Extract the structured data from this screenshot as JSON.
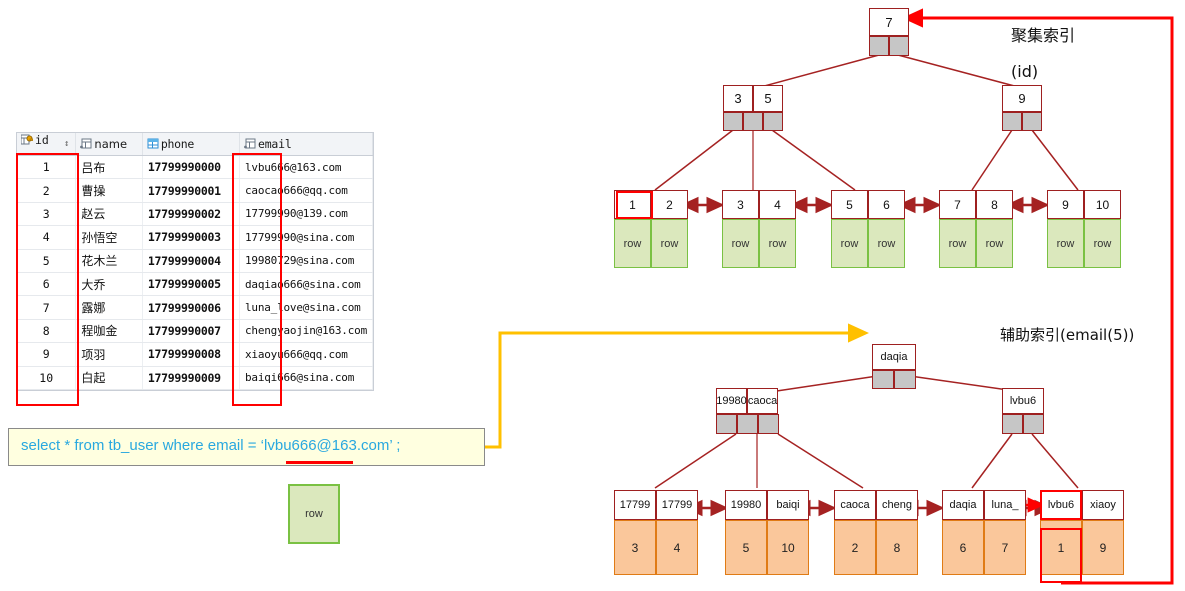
{
  "table": {
    "columns": [
      {
        "label": "id",
        "icon": "key-column-icon",
        "sortable": true,
        "sort_indicator": "↕"
      },
      {
        "label": "name",
        "icon": "text-column-icon",
        "sortable": true
      },
      {
        "label": "phone",
        "icon": "blue-column-icon",
        "sortable": true
      },
      {
        "label": "email",
        "icon": "text-column-icon",
        "sortable": true
      }
    ],
    "rows": [
      {
        "id": "1",
        "name": "吕布",
        "phone": "17799990000",
        "email": "lvbu666@163.com"
      },
      {
        "id": "2",
        "name": "曹操",
        "phone": "17799990001",
        "email": "caocao666@qq.com"
      },
      {
        "id": "3",
        "name": "赵云",
        "phone": "17799990002",
        "email": "17799990@139.com"
      },
      {
        "id": "4",
        "name": "孙悟空",
        "phone": "17799990003",
        "email": "17799990@sina.com"
      },
      {
        "id": "5",
        "name": "花木兰",
        "phone": "17799990004",
        "email": "19980729@sina.com"
      },
      {
        "id": "6",
        "name": "大乔",
        "phone": "17799990005",
        "email": "daqiao666@sina.com"
      },
      {
        "id": "7",
        "name": "露娜",
        "phone": "17799990006",
        "email": "luna_love@sina.com"
      },
      {
        "id": "8",
        "name": "程咖金",
        "phone": "17799990007",
        "email": "chengyaojin@163.com"
      },
      {
        "id": "9",
        "name": "项羽",
        "phone": "17799990008",
        "email": "xiaoyu666@qq.com"
      },
      {
        "id": "10",
        "name": "白起",
        "phone": "17799990009",
        "email": "baiqi666@sina.com"
      }
    ],
    "highlight_columns": [
      "id",
      "email-prefix-5"
    ]
  },
  "sql": {
    "text": "select * from tb_user where email = ‘lvbu666@163.com’ ;",
    "underlined_fragment": "lvbu666"
  },
  "labels": {
    "clustered_index": "聚集索引",
    "clustered_index_key": "(id)",
    "secondary_index": "辅助索引(email(5))"
  },
  "clustered_tree": {
    "root": {
      "keys": [
        "7"
      ],
      "pointers": 2
    },
    "internal": [
      {
        "keys": [
          "3",
          "5"
        ],
        "pointers": 3
      },
      {
        "keys": [
          "9"
        ],
        "pointers": 2
      }
    ],
    "leaves": [
      {
        "keys": [
          "1",
          "2"
        ],
        "values": [
          "row",
          "row"
        ],
        "highlight_key": "1"
      },
      {
        "keys": [
          "3",
          "4"
        ],
        "values": [
          "row",
          "row"
        ]
      },
      {
        "keys": [
          "5",
          "6"
        ],
        "values": [
          "row",
          "row"
        ]
      },
      {
        "keys": [
          "7",
          "8"
        ],
        "values": [
          "row",
          "row"
        ]
      },
      {
        "keys": [
          "9",
          "10"
        ],
        "values": [
          "row",
          "row"
        ]
      }
    ],
    "standalone_row_label": "row"
  },
  "secondary_tree": {
    "root": {
      "keys": [
        "daqia"
      ],
      "pointers": 2
    },
    "internal": [
      {
        "keys": [
          "19980",
          "caoca"
        ],
        "pointers": 3
      },
      {
        "keys": [
          "lvbu6"
        ],
        "pointers": 2
      }
    ],
    "leaves": [
      {
        "keys": [
          "17799",
          "17799"
        ],
        "values": [
          "3",
          "4"
        ]
      },
      {
        "keys": [
          "19980",
          "baiqi"
        ],
        "values": [
          "5",
          "10"
        ]
      },
      {
        "keys": [
          "caoca",
          "cheng"
        ],
        "values": [
          "2",
          "8"
        ]
      },
      {
        "keys": [
          "daqia",
          "luna_"
        ],
        "values": [
          "6",
          "7"
        ]
      },
      {
        "keys": [
          "lvbu6",
          "xiaoy"
        ],
        "values": [
          "1",
          "9"
        ],
        "highlight_key": "lvbu6",
        "highlight_value": "1"
      }
    ]
  },
  "colors": {
    "node_border": "#9e2020",
    "pointer_fill": "#c6c6c6",
    "row_fill": "#dbe8bd",
    "row_border": "#7ac143",
    "value_fill": "#fac79b",
    "value_border": "#e07b15",
    "highlight_red": "#ff0000",
    "query_arrow": "#ffc000",
    "sql_text": "#29a8df",
    "sql_bg": "#ffffe0"
  }
}
